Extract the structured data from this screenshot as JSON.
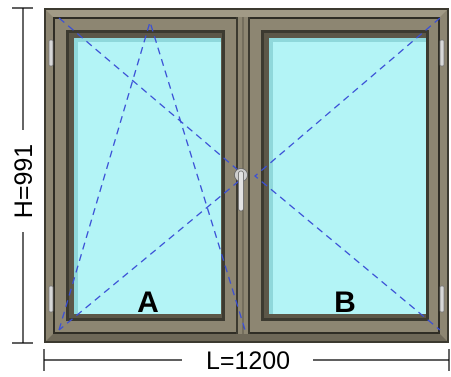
{
  "dimensions": {
    "height_label": "H=991",
    "width_label": "L=1200"
  },
  "sashes": [
    {
      "label": "A",
      "opening": "tilt-and-turn",
      "hinge_side": "left"
    },
    {
      "label": "B",
      "opening": "turn",
      "hinge_side": "right"
    }
  ],
  "colors": {
    "frame": "#8d8672",
    "frame_dark": "#3c3a30",
    "glass": "#b3f4f6",
    "opening_lines": "#3a4fd6",
    "hardware": "#d8d8d8"
  },
  "icons": [
    "hinge-icon",
    "handle-icon"
  ]
}
